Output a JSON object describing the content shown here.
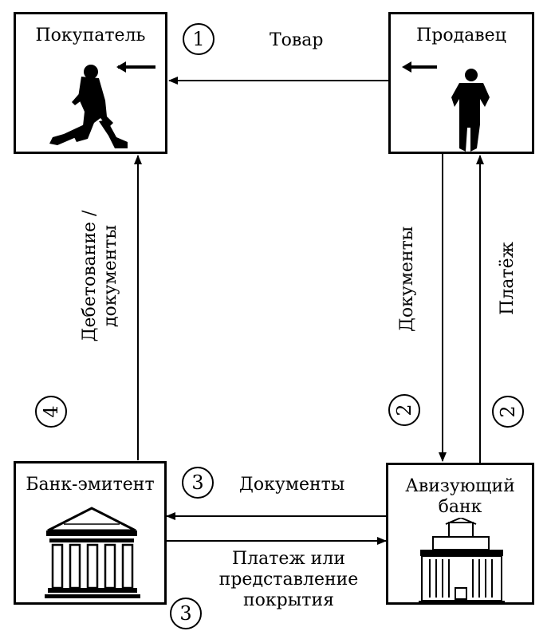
{
  "buyer": {
    "title": "Покупатель"
  },
  "seller": {
    "title": "Продавец"
  },
  "issuing_bank": {
    "title": "Банк-эмитент"
  },
  "advising_bank": {
    "title_line1": "Авизующий",
    "title_line2": "банк"
  },
  "flows": {
    "goods": {
      "step": "1",
      "label": "Товар"
    },
    "docs_to_advising": {
      "step": "2",
      "label": "Документы"
    },
    "payment_to_seller": {
      "step": "2",
      "label": "Платёж"
    },
    "docs_to_issuing": {
      "step": "3",
      "label": "Документы"
    },
    "payment_or_cover": {
      "step": "3",
      "line1": "Платеж или",
      "line2": "представление",
      "line3": "покрытия"
    },
    "debit_docs": {
      "step": "4",
      "line1": "Дебетование /",
      "line2": "документы"
    }
  }
}
